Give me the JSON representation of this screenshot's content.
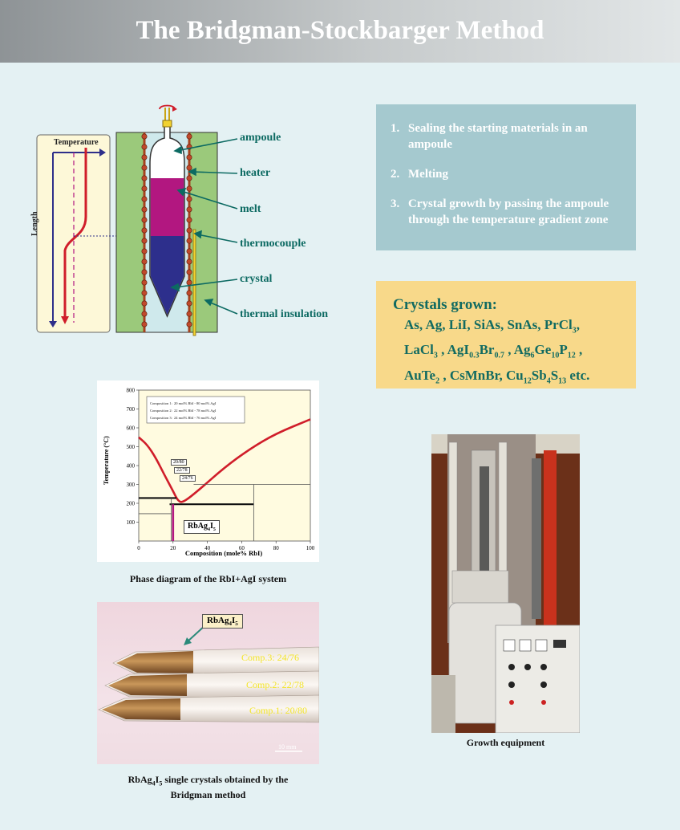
{
  "header": {
    "title": "The Bridgman-Stockbarger Method"
  },
  "schematic": {
    "temperature_label": "Temperature",
    "length_label": "Length",
    "labels": {
      "ampoule": "ampoule",
      "heater": "heater",
      "melt": "melt",
      "thermocouple": "thermocouple",
      "crystal": "crystal",
      "insulation": "thermal insulation"
    },
    "colors": {
      "melt": "#b21780",
      "crystal": "#2d2f8c",
      "insulation": "#9bc97b",
      "heater": "#c0492b",
      "curve": "#d01d2a",
      "arrows": "#0c6a62"
    }
  },
  "steps": [
    {
      "num": "1.",
      "text": "Sealing the starting materials in an ampoule"
    },
    {
      "num": "2.",
      "text": "Melting"
    },
    {
      "num": "3.",
      "text": "Crystal growth by passing the ampoule through the temperature gradient zone"
    }
  ],
  "crystals": {
    "heading": "Crystals grown:",
    "line1": "As, Ag, LiI, SiAs, SnAs, PrCl",
    "line1_sub": "3",
    "line1_end": ",",
    "l2": [
      "LaCl",
      "3",
      " , AgI",
      "0.3",
      "Br",
      "0.7",
      " , Ag",
      "6",
      "Ge",
      "10",
      "P",
      "12",
      " ,"
    ],
    "l3": [
      "AuTe",
      "2",
      " , CsMnBr, Cu",
      "12",
      "Sb",
      "4",
      "S",
      "13",
      " etc."
    ]
  },
  "phase": {
    "ylabel": "Temperature (°C)",
    "xlabel": "Composition (mole% RbI)",
    "y_ticks": [
      "800",
      "700",
      "600",
      "500",
      "400",
      "300",
      "200",
      "100"
    ],
    "x_ticks": [
      "0",
      "20",
      "40",
      "60",
      "80",
      "100"
    ],
    "legend": [
      {
        "k": "Composition 1:",
        "v": "20 mol% RbI - 80 mol% AgI"
      },
      {
        "k": "Composition 2:",
        "v": "22 mol% RbI - 78 mol% AgI"
      },
      {
        "k": "Composition 3:",
        "v": "24 mol% RbI - 76 mol% AgI"
      }
    ],
    "marks": [
      "20/80",
      "22/78",
      "24/76"
    ],
    "compound": "RbAg",
    "compound_sub1": "4",
    "compound_i": "I",
    "compound_sub2": "5",
    "caption": "Phase diagram of the RbI+AgI system"
  },
  "chart_data": {
    "type": "line",
    "xlabel": "Composition (mole% RbI)",
    "ylabel": "Temperature (°C)",
    "xlim": [
      0,
      100
    ],
    "ylim": [
      0,
      800
    ],
    "series": [
      {
        "x": [
          0,
          5,
          10,
          15,
          20,
          23,
          26,
          35,
          50,
          65,
          80,
          100
        ],
        "y": [
          550,
          510,
          440,
          350,
          265,
          210,
          205,
          270,
          390,
          490,
          570,
          645
        ]
      }
    ]
  },
  "photo": {
    "badge": "RbAg",
    "badge_sub1": "4",
    "badge_i": "I",
    "badge_sub2": "5",
    "comp3": "Comp.3:  24/76",
    "comp2": "Comp.2:  22/78",
    "comp1": "Comp.1:  20/80",
    "scale": "10 mm",
    "caption_a": "RbAg",
    "caption_sub1": "4",
    "caption_i": "I",
    "caption_sub2": "5",
    "caption_b": " single crystals obtained by the",
    "caption_c": "Bridgman method"
  },
  "equipment": {
    "caption": "Growth equipment"
  }
}
